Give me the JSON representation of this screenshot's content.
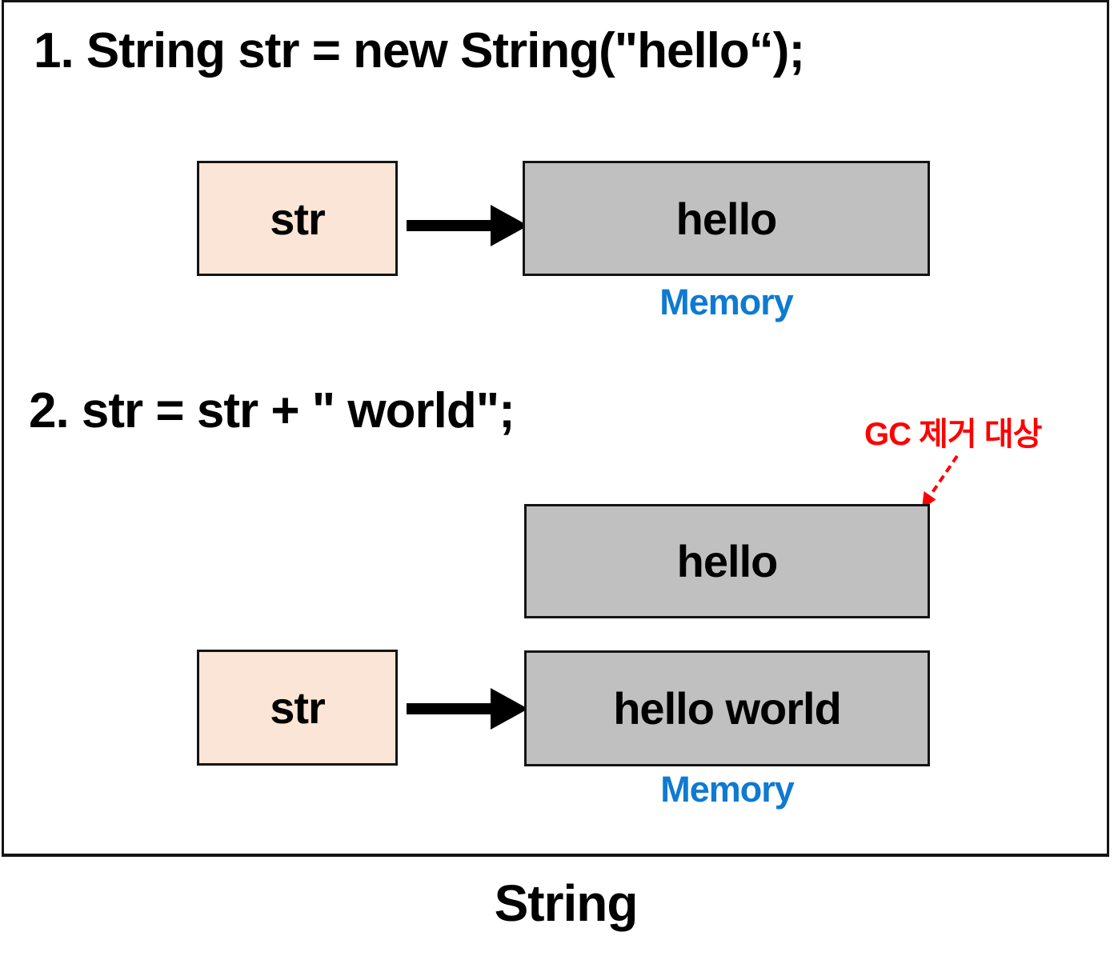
{
  "colors": {
    "var_box_fill": "#fbe5d6",
    "memory_box_fill": "#c0c0c0",
    "box_border": "#141414",
    "ink": "#000000",
    "memory_label": "#0f7ad1",
    "gc_red": "#ff0000"
  },
  "step1": {
    "code": "1. String str = new String(\"hello“);",
    "var_label": "str",
    "memory_value": "hello",
    "memory_caption": "Memory"
  },
  "step2": {
    "code": "2. str = str + \" world\";",
    "gc_label": "GC 제거 대상",
    "garbage_value": "hello",
    "var_label": "str",
    "memory_value": "hello world",
    "memory_caption": "Memory"
  },
  "caption": "String",
  "icons": {
    "reference_arrow": "black right-pointing arrow",
    "gc_pointer_arrow": "red dashed down-left arrow"
  }
}
